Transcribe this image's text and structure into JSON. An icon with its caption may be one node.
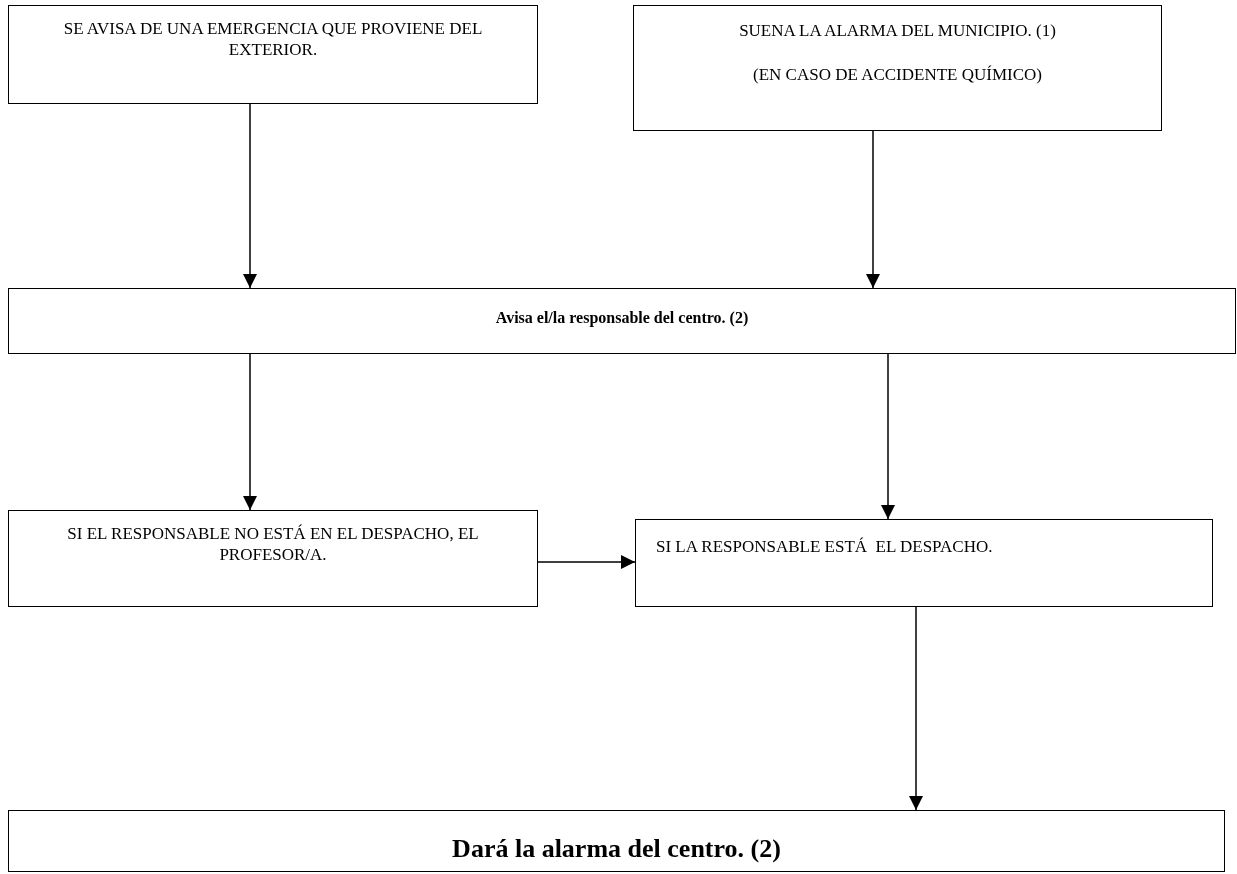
{
  "diagram": {
    "nodes": [
      {
        "text": [
          "SE AVISA DE UNA EMERGENCIA QUE PROVIENE DEL EXTERIOR."
        ]
      },
      {
        "text": [
          "SUENA LA ALARMA DEL MUNICIPIO. (1)",
          "(EN CASO DE ACCIDENTE QUÍMICO)"
        ]
      },
      {
        "text": [
          "Avisa el/la responsable del centro. (2)"
        ]
      },
      {
        "text": [
          "SI EL RESPONSABLE NO ESTÁ EN EL DESPACHO, EL PROFESOR/A."
        ]
      },
      {
        "text": [
          "SI LA RESPONSABLE ESTÁ  EL DESPACHO."
        ]
      },
      {
        "text": [
          "Dará la alarma del centro. (2)"
        ]
      }
    ],
    "edges": [
      {
        "from": 0,
        "to": 2,
        "arrow": "to"
      },
      {
        "from": 1,
        "to": 2,
        "arrow": "to"
      },
      {
        "from": 2,
        "to": 3,
        "arrow": "to"
      },
      {
        "from": 2,
        "to": 4,
        "arrow": "to"
      },
      {
        "from": 3,
        "to": 4,
        "arrow": "to"
      },
      {
        "from": 4,
        "to": 5,
        "arrow": "to"
      }
    ]
  }
}
